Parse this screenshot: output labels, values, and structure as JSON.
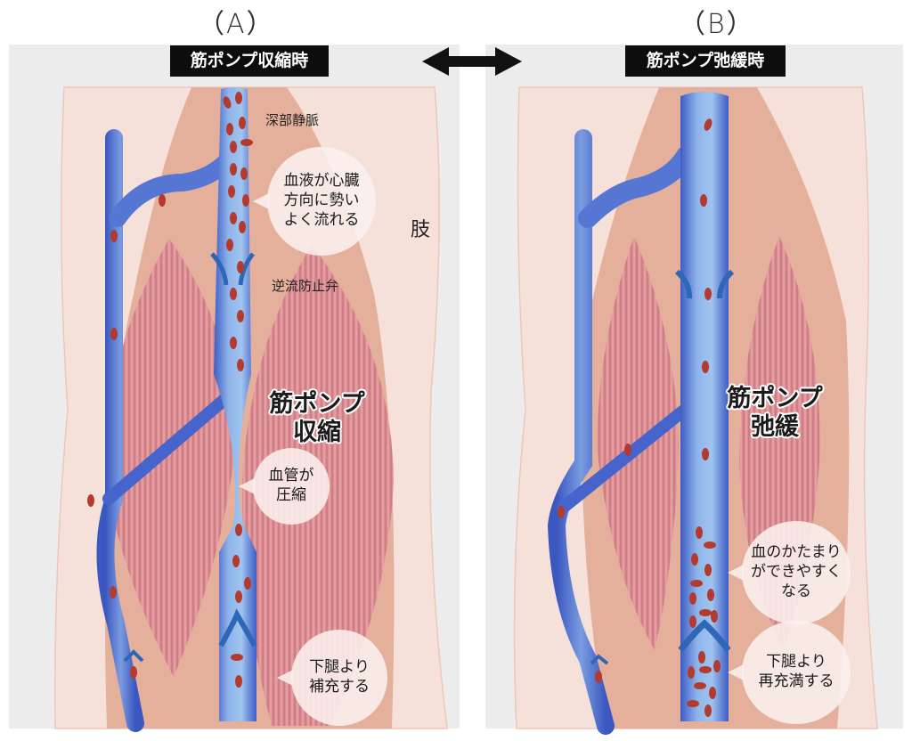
{
  "panels": [
    {
      "id": "A",
      "title": "（A）",
      "state_label": "筋ポンプ収縮時",
      "muscle_label_line1": "筋ポンプ",
      "muscle_label_line2": "収縮",
      "annotations": {
        "deep_vein": "深部静脈",
        "valve": "逆流防止弁",
        "limb": "肢"
      },
      "bubbles": [
        {
          "lines": [
            "血液が心臓",
            "方向に勢い",
            "よく流れる"
          ]
        },
        {
          "lines": [
            "血管が",
            "圧縮"
          ]
        },
        {
          "lines": [
            "下腿より",
            "補充する"
          ]
        }
      ]
    },
    {
      "id": "B",
      "title": "（B）",
      "state_label": "筋ポンプ弛緩時",
      "muscle_label_line1": "筋ポンプ",
      "muscle_label_line2": "弛緩",
      "bubbles": [
        {
          "lines": [
            "血のかたまり",
            "ができやすく",
            "なる"
          ]
        },
        {
          "lines": [
            "下腿より",
            "再充満する"
          ]
        }
      ]
    }
  ],
  "arrow_icon": "double-headed-arrow-icon",
  "colors": {
    "panel_bg": "#ececec",
    "skin": "#f6e1da",
    "deep_tissue": "#e5b09b",
    "muscle": "#d9828a",
    "vein": "#4e6fd0",
    "vein_light": "#9cc0ec",
    "blood_cell": "#b23a2e",
    "label_bg": "#0d0d0d"
  }
}
